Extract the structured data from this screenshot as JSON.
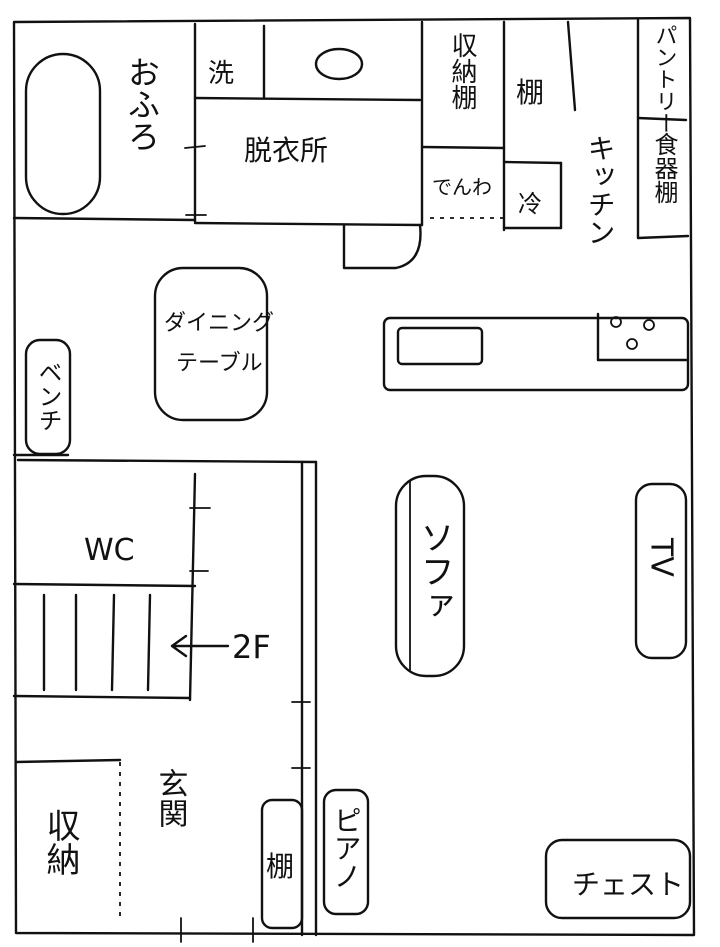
{
  "labels": {
    "bath": "おふろ",
    "washer": "洗",
    "dressing": "脱衣所",
    "storage_top": "収納棚",
    "shelf_top": "棚",
    "phone": "でんわ",
    "fridge": "冷",
    "kitchen": "キッチン",
    "pantry": "パントリー",
    "dish_shelf": "食器棚",
    "dining": "ダイニングテーブル",
    "dining_line1": "ダイニング",
    "dining_line2": "テーブル",
    "bench": "ベンチ",
    "wc": "WC",
    "stairs_up": "2F",
    "sofa": "ソファ",
    "tv": "TV",
    "entrance": "玄関",
    "storage_bottom": "収納",
    "shelf_bottom": "棚",
    "piano": "ピアノ",
    "chest": "チェスト"
  }
}
